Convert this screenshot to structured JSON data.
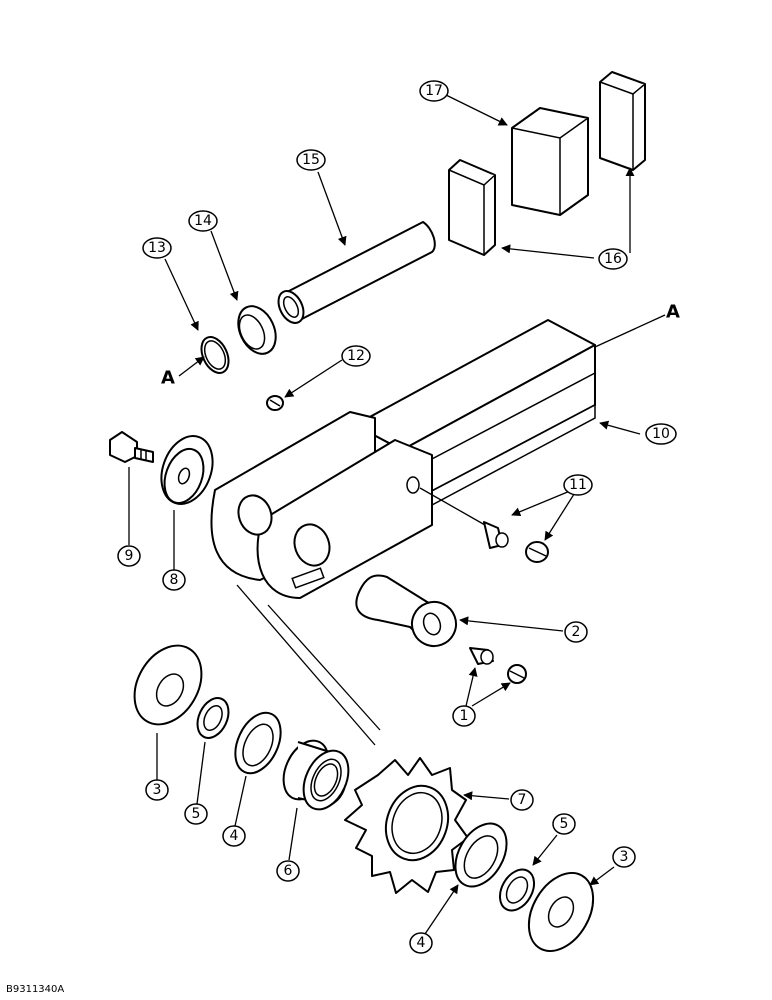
{
  "figure_id": "B9311340A",
  "section_marker": "A",
  "callouts": [
    "1",
    "2",
    "3",
    "4",
    "5",
    "6",
    "7",
    "8",
    "9",
    "10",
    "11",
    "12",
    "13",
    "14",
    "15",
    "16",
    "17"
  ],
  "callouts_repeat": {
    "c3b": "3",
    "c4b": "4",
    "c5b": "5"
  }
}
